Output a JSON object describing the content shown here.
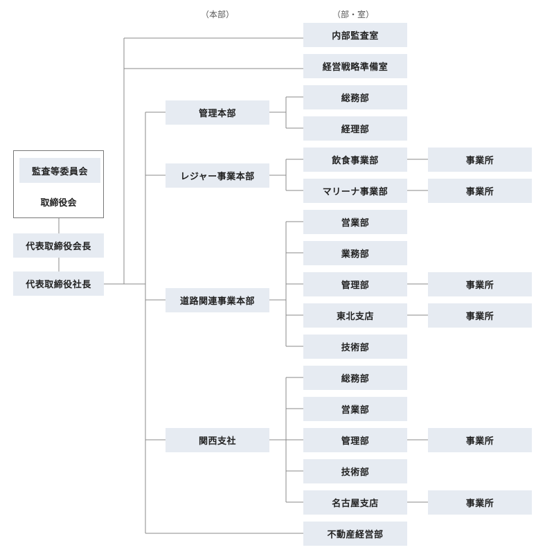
{
  "headers": {
    "honbu": "（本部）",
    "bu_shitsu": "（部・室）"
  },
  "board": {
    "audit_committee": "監査等委員会",
    "board_of_directors": "取締役会"
  },
  "executives": {
    "chairman": "代表取締役会長",
    "president": "代表取締役社長"
  },
  "direct_offices": {
    "internal_audit": "内部監査室",
    "strategy_prep": "経営戦略準備室"
  },
  "divisions": {
    "admin": "管理本部",
    "leisure": "レジャー事業本部",
    "road": "道路関連事業本部",
    "kansai": "関西支社"
  },
  "departments": {
    "admin_general": "総務部",
    "admin_accounting": "経理部",
    "leisure_food": "飲食事業部",
    "leisure_marina": "マリーナ事業部",
    "road_sales": "営業部",
    "road_operations": "業務部",
    "road_admin": "管理部",
    "road_tohoku": "東北支店",
    "road_tech": "技術部",
    "kansai_general": "総務部",
    "kansai_sales": "営業部",
    "kansai_admin": "管理部",
    "kansai_tech": "技術部",
    "kansai_nagoya": "名古屋支店",
    "real_estate": "不動産経営部"
  },
  "offices": {
    "food": "事業所",
    "marina": "事業所",
    "road_admin": "事業所",
    "tohoku": "事業所",
    "kansai_admin": "事業所",
    "nagoya": "事業所"
  },
  "colors": {
    "box_fill": "#e6ebf2",
    "line": "#888888",
    "border": "#777777"
  }
}
